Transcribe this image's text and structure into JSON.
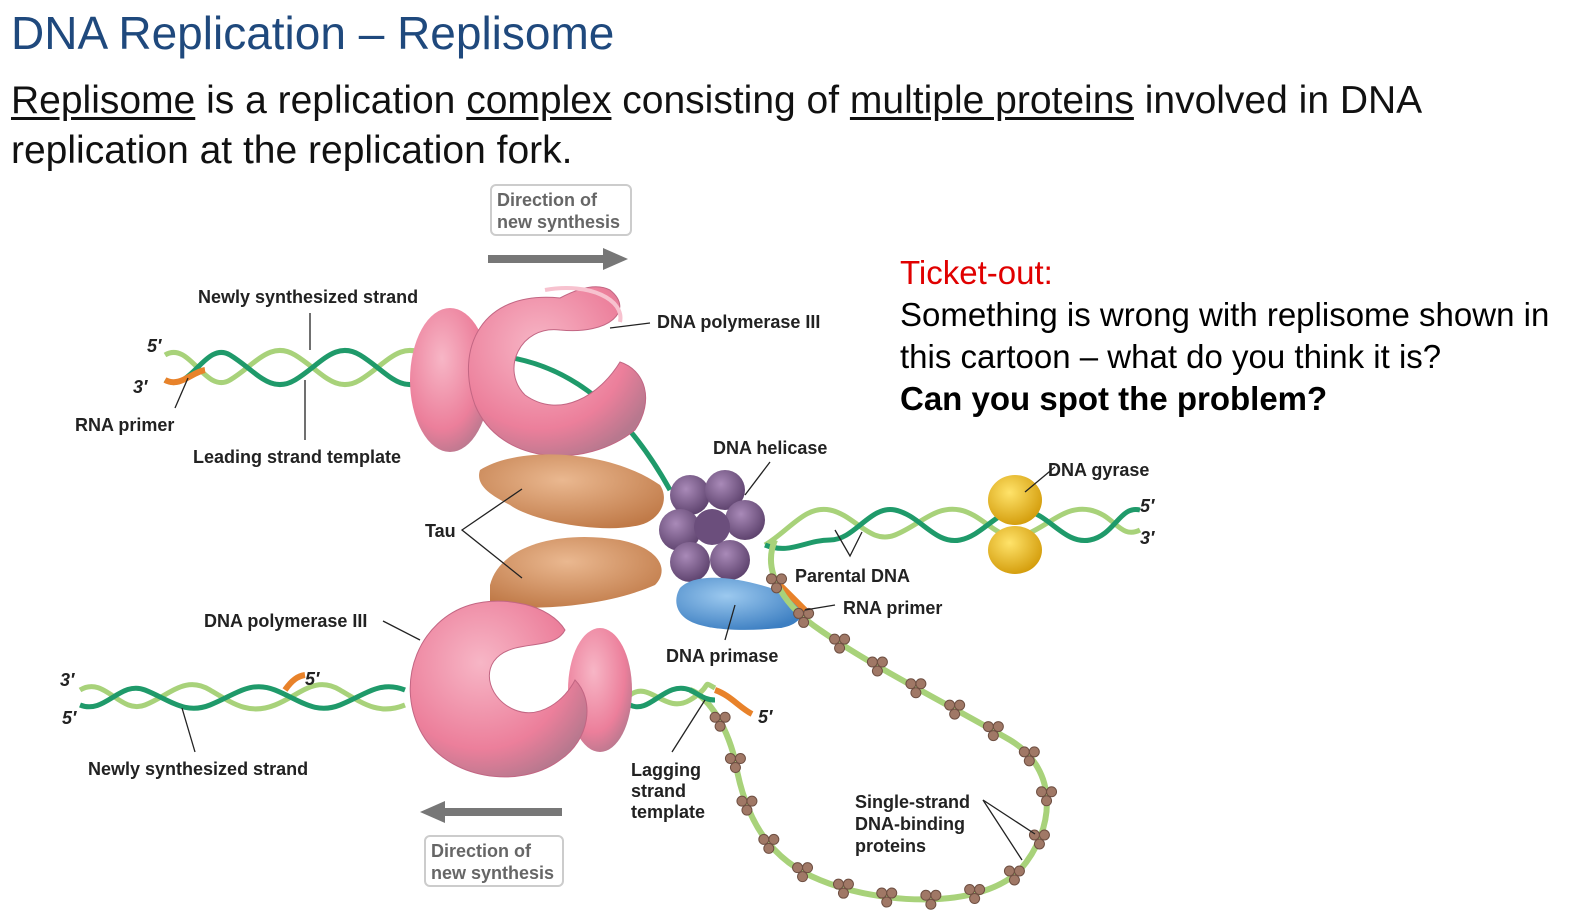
{
  "title": "DNA Replication – Replisome",
  "definition": {
    "term": "Replisome",
    "part1": " is a replication ",
    "complex": "complex",
    "part2": " consisting of ",
    "proteins": "multiple proteins",
    "part3": " involved in DNA replication at the replication fork."
  },
  "ticket": {
    "heading": "Ticket-out:",
    "body": "Something is wrong with replisome shown in this cartoon – what do you think it is?",
    "question": "Can you spot the problem?"
  },
  "diagram": {
    "direction_top": [
      "Direction of",
      "new synthesis"
    ],
    "direction_bottom": [
      "Direction of",
      "new synthesis"
    ],
    "newly_synth_top": "Newly synthesized strand",
    "pol_top": "DNA polymerase III",
    "rna_primer_top": "RNA primer",
    "leading_template": "Leading strand template",
    "helicase": "DNA helicase",
    "gyrase": "DNA gyrase",
    "tau": "Tau",
    "parental": "Parental DNA",
    "rna_primer_mid": "RNA primer",
    "pol_bottom": "DNA polymerase III",
    "primase": "DNA primase",
    "newly_synth_bottom": "Newly synthesized strand",
    "lagging_template": [
      "Lagging",
      "strand",
      "template"
    ],
    "ssb": [
      "Single-strand",
      "DNA-binding",
      "proteins"
    ],
    "five_prime": "5′",
    "three_prime": "3′"
  },
  "colors": {
    "title": "#1f497d",
    "ticket_heading": "#e00000",
    "strand_dark": "#1f9a6a",
    "strand_light": "#a8d27a",
    "primer": "#e8822a",
    "polymerase": "#ee8ea5",
    "tau": "#d49a6a",
    "helicase": "#7a5a8a",
    "primase": "#5fa0d8",
    "gyrase": "#e6b21a",
    "ssb": "#a07866"
  }
}
